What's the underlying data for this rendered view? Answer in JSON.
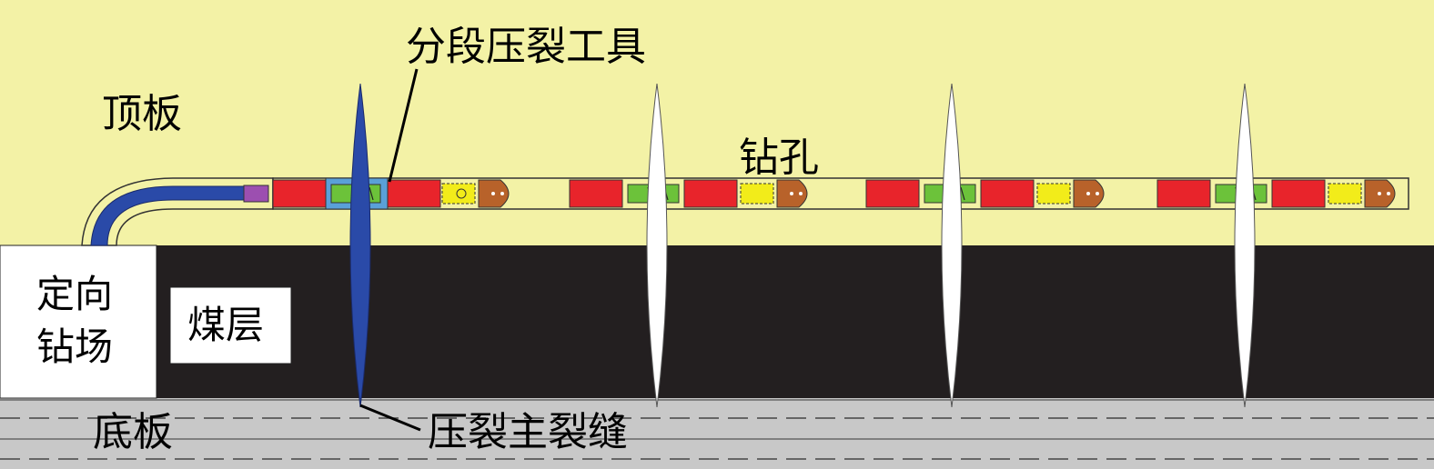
{
  "labels": {
    "roof": "顶板",
    "borehole": "钻孔",
    "staged_fracturing_tool": "分段压裂工具",
    "directional_drilling_site_line1": "定向",
    "directional_drilling_site_line2": "钻场",
    "coal_seam": "煤层",
    "floor": "底板",
    "main_fracture": "压裂主裂缝"
  },
  "colors": {
    "roof": "#f3f2a6",
    "coal_seam": "#231f20",
    "floor": "#c8c8c8",
    "borehole_fill": "#f3f2a6",
    "casing_blue": "#2a4aa8",
    "packer_red": "#e8242b",
    "sleeve_green": "#6cc23a",
    "valve_yellow": "#f2ec1a",
    "guide_shoe_brown": "#b8622a",
    "connector_purple": "#9c4fb0",
    "main_fracture": "#2a4aa8",
    "secondary_fracture": "#ffffff"
  }
}
